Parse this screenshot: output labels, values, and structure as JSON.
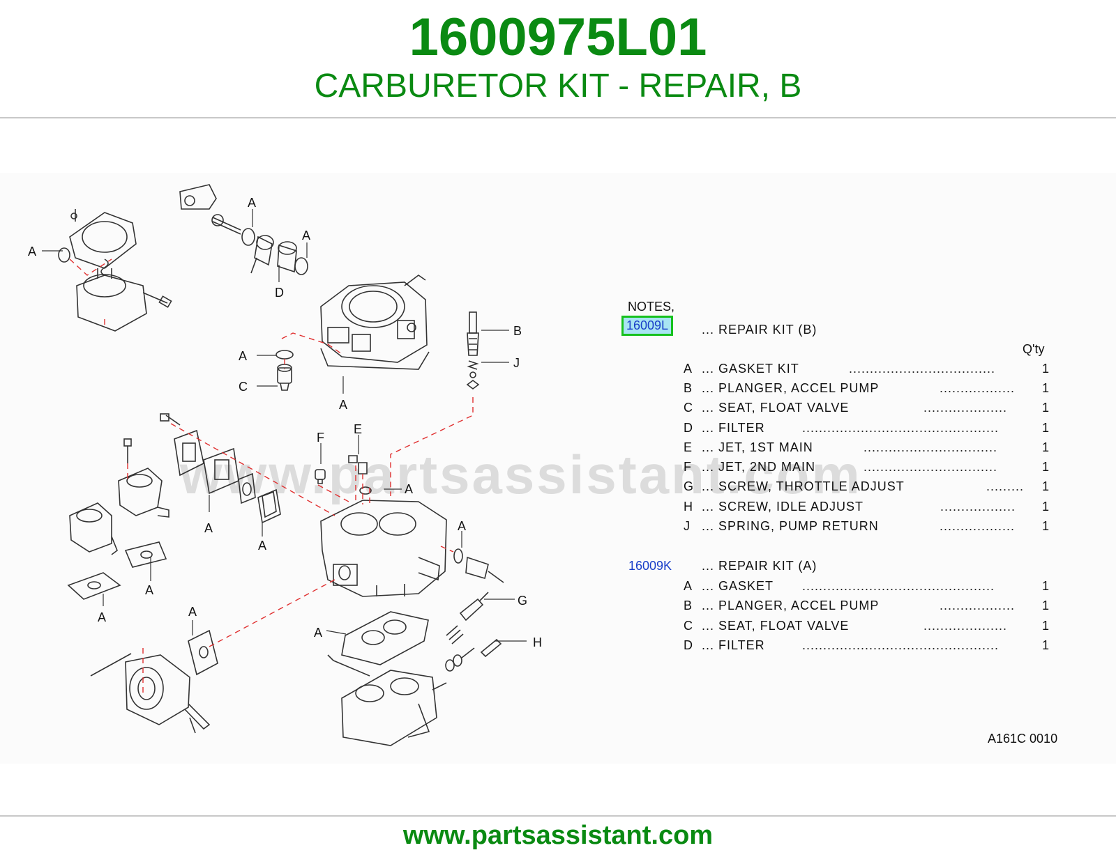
{
  "header": {
    "part_number": "1600975L01",
    "title": "CARBURETOR KIT - REPAIR, B"
  },
  "watermark": "www.partsassistant.com",
  "diagram": {
    "callouts": {
      "a1": "A",
      "a2": "A",
      "a3": "A",
      "a4": "A",
      "a5": "A",
      "a6": "A",
      "a7": "A",
      "a8": "A",
      "a9": "A",
      "a10": "A",
      "a11": "A",
      "a12": "A",
      "a13": "A",
      "b": "B",
      "c": "C",
      "d": "D",
      "e": "E",
      "f": "F",
      "g": "G",
      "h": "H",
      "j": "J"
    }
  },
  "notes": {
    "title": "NOTES,",
    "qty_header": "Q'ty",
    "kits": [
      {
        "code": "16009L",
        "description": "... REPAIR  KIT  (B)",
        "active": true,
        "items": [
          {
            "letter": "A",
            "name": "...  GASKET  KIT",
            "dots": "...................................",
            "qty": "1"
          },
          {
            "letter": "B",
            "name": "...  PLANGER,  ACCEL  PUMP",
            "dots": "..................",
            "qty": "1"
          },
          {
            "letter": "C",
            "name": "...  SEAT,  FLOAT  VALVE",
            "dots": "....................",
            "qty": "1"
          },
          {
            "letter": "D",
            "name": "...  FILTER",
            "dots": "...............................................",
            "qty": "1"
          },
          {
            "letter": "E",
            "name": "...  JET,  1ST  MAIN",
            "dots": "................................",
            "qty": "1"
          },
          {
            "letter": "F",
            "name": "...  JET,  2ND  MAIN",
            "dots": "................................",
            "qty": "1"
          },
          {
            "letter": "G",
            "name": "...  SCREW,  THROTTLE  ADJUST",
            "dots": ".........",
            "qty": "1"
          },
          {
            "letter": "H",
            "name": "...  SCREW,  IDLE  ADJUST",
            "dots": "..................",
            "qty": "1"
          },
          {
            "letter": "J",
            "name": "...  SPRING,  PUMP  RETURN",
            "dots": "..................",
            "qty": "1"
          }
        ]
      },
      {
        "code": "16009K",
        "description": "... REPAIR  KIT  (A)",
        "active": false,
        "items": [
          {
            "letter": "A",
            "name": "...  GASKET",
            "dots": "..............................................",
            "qty": "1"
          },
          {
            "letter": "B",
            "name": "...  PLANGER,  ACCEL  PUMP",
            "dots": "..................",
            "qty": "1"
          },
          {
            "letter": "C",
            "name": "...  SEAT,  FLOAT  VALVE",
            "dots": "....................",
            "qty": "1"
          },
          {
            "letter": "D",
            "name": "...  FILTER",
            "dots": "...............................................",
            "qty": "1"
          }
        ]
      }
    ]
  },
  "ref_code": "A161C  0010",
  "footer": {
    "url": "www.partsassistant.com"
  },
  "colors": {
    "brand_green": "#0a8a12",
    "link_blue": "#1a3fc9",
    "highlight_border": "#17c11e",
    "highlight_fill": "#a9e4f2",
    "dashed_red": "#e03030"
  }
}
